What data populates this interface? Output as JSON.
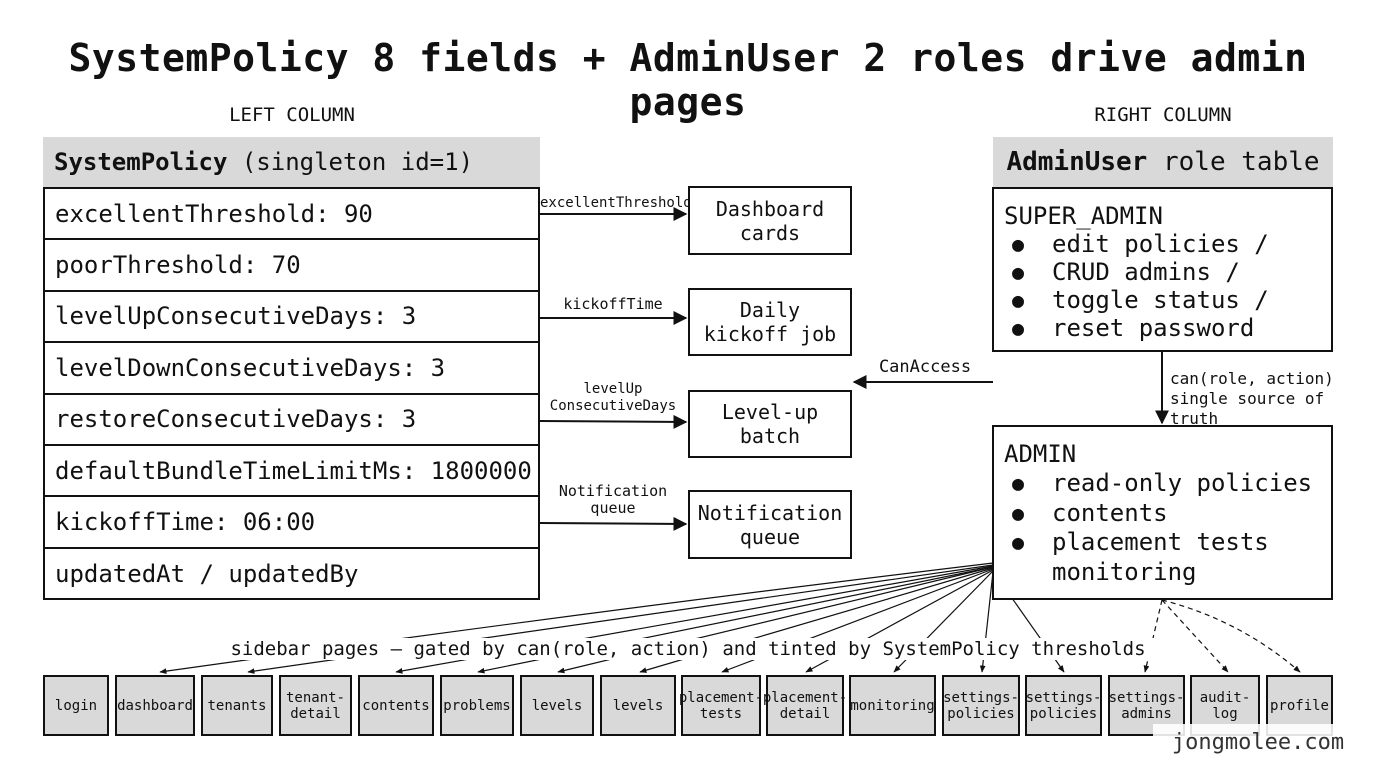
{
  "title": "SystemPolicy 8 fields + AdminUser 2 roles drive admin pages",
  "columns": {
    "left": "LEFT COLUMN",
    "right": "RIGHT COLUMN"
  },
  "system_policy": {
    "name": "SystemPolicy",
    "suffix": " (singleton id=1)",
    "fields": [
      "excellentThreshold: 90",
      "poorThreshold: 70",
      "levelUpConsecutiveDays: 3",
      "levelDownConsecutiveDays: 3",
      "restoreConsecutiveDays: 3",
      "defaultBundleTimeLimitMs: 1800000",
      "kickoffTime: 06:00",
      "updatedAt / updatedBy"
    ]
  },
  "consumers": [
    {
      "edge_label": "excellentThreshold",
      "box": "Dashboard\ncards"
    },
    {
      "edge_label": "kickoffTime",
      "box": "Daily\nkickoff job"
    },
    {
      "edge_label": "levelUp\nConsecutiveDays",
      "box": "Level-up\nbatch"
    },
    {
      "edge_label": "Notification\nqueue",
      "box": "Notification\nqueue"
    }
  ],
  "admin_user": {
    "name": "AdminUser",
    "suffix": " role table",
    "roles": [
      {
        "name": "SUPER_ADMIN",
        "items": [
          "edit policies /",
          "CRUD admins /",
          "toggle status /",
          "reset password"
        ]
      },
      {
        "name": "ADMIN",
        "items": [
          "read-only policies",
          "contents",
          "placement tests\nmonitoring"
        ]
      }
    ],
    "can_access_label": "CanAccess",
    "can_fn_label": "can(role, action)\nsingle source of truth"
  },
  "sidebar_caption": "sidebar pages — gated by can(role, action) and tinted by SystemPolicy thresholds",
  "pages": [
    "login",
    "dashboard",
    "tenants",
    "tenant-\ndetail",
    "contents",
    "problems",
    "levels",
    "levels",
    "placement-\ntests",
    "placement-\ndetail",
    "monitoring",
    "settings-\npolicies",
    "settings-\npolicies",
    "settings-\nadmins",
    "audit-\nlog",
    "profile"
  ],
  "watermark": "jongmolee.com"
}
